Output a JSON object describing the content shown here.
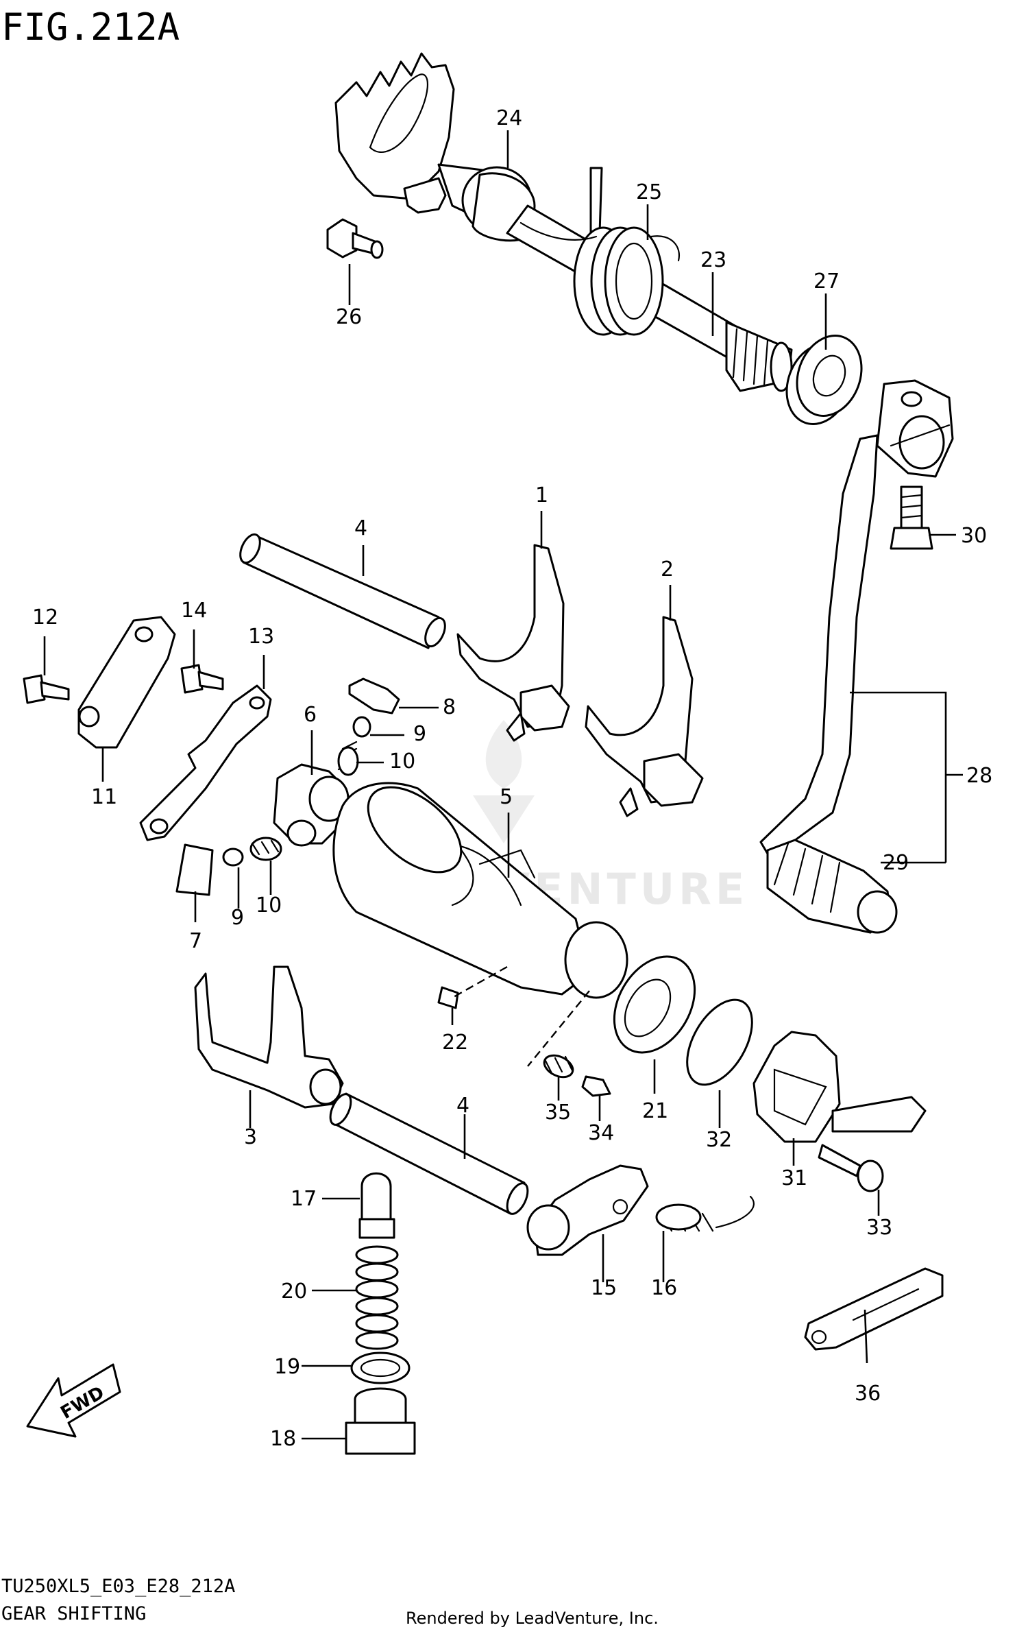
{
  "figure": {
    "title": "FIG.212A",
    "code": "TU250XL5_E03_E28_212A",
    "caption": "GEAR SHIFTING",
    "credit": "Rendered by LeadVenture, Inc.",
    "watermark": "LEADVENTURE",
    "fwd_label": "FWD"
  },
  "callouts": {
    "c1": "1",
    "c2": "2",
    "c3": "3",
    "c4a": "4",
    "c4b": "4",
    "c5": "5",
    "c6": "6",
    "c7": "7",
    "c8": "8",
    "c9a": "9",
    "c9b": "9",
    "c10a": "10",
    "c10b": "10",
    "c11": "11",
    "c12": "12",
    "c13": "13",
    "c14": "14",
    "c15": "15",
    "c16": "16",
    "c17": "17",
    "c18": "18",
    "c19": "19",
    "c20": "20",
    "c21": "21",
    "c22": "22",
    "c23": "23",
    "c24": "24",
    "c25": "25",
    "c26": "26",
    "c27": "27",
    "c28": "28",
    "c29": "29",
    "c30": "30",
    "c31": "31",
    "c32": "32",
    "c33": "33",
    "c34": "34",
    "c35": "35",
    "c36": "36"
  },
  "colors": {
    "ink": "#000000",
    "paper": "#ffffff",
    "watermark": "#e6e6e6"
  }
}
